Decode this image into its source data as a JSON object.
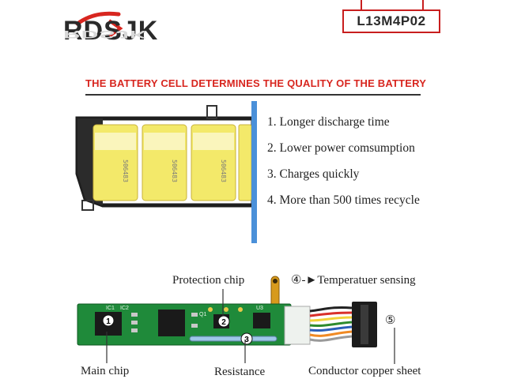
{
  "brand": {
    "logo_text": "RDSJK",
    "colors": {
      "accent": "#d8261f",
      "dark": "#2a2a2a"
    }
  },
  "model": {
    "code": "L13M4P02"
  },
  "headline": "THE BATTERY CELL DETERMINES THE QUALITY OF THE BATTERY",
  "features": [
    "1. Longer discharge time",
    "2. Lower power comsumption",
    "3. Charges quickly",
    "4. More than 500 times recycle"
  ],
  "cell_print": "506483",
  "board": {
    "labels": {
      "protection_chip": "Protection chip",
      "temperature": "Temperatuer sensing",
      "temperature_num": "④",
      "main_chip": "Main chip",
      "resistance": "Resistance",
      "conductor": "Conductor copper sheet",
      "conductor_num": "⑤"
    },
    "markers": [
      "1",
      "2",
      "3"
    ],
    "silkscreen": [
      "IC1",
      "IC2",
      "Q1",
      "U3"
    ]
  }
}
